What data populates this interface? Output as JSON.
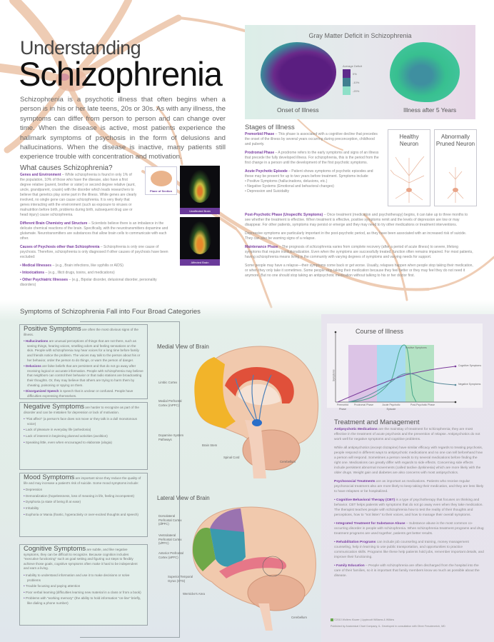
{
  "title": {
    "line1": "Understanding",
    "line2": "Schizophrenia"
  },
  "intro": "Schizophrenia is a psychotic illness that often begins when a person is in his or her late teens, 20s or 30s. As with any illness, the symptoms can differ from person to person and can change over time. When the disease is active, most patients experience the hallmark symptoms of psychosis in the form of delusions and hallucinations. When the disease is inactive, many patients still experience trouble with concentration and motivation.",
  "gray_matter": {
    "title": "Gray Matter Deficit in Schizophrenia",
    "caption_left": "Onset of Illness",
    "caption_right": "Illness after 5 Years",
    "legend_title": "Average Deficit",
    "legend": [
      {
        "label": "0%",
        "color": "#5e2a8c"
      },
      {
        "label": "-10%",
        "color": "#3f7f90"
      },
      {
        "label": "-20%",
        "color": "#8ee0c8"
      }
    ]
  },
  "stages": {
    "heading": "Stages of Illness",
    "items": [
      {
        "term": "Premorbid Phase",
        "text": " – This phase is associated with a cognitive decline that precedes the onset of the illness by several years occurring during preconception, childhood and puberty."
      },
      {
        "term": "Prodromal Phase",
        "text": " – A prodrome refers to the early symptoms and signs of an illness that precede the fully developed illness. For schizophrenia, this is the period from the first change in a person until the development of the first psychotic symptoms."
      },
      {
        "term": "Acute Psychotic Episode",
        "text": " – Patient shows symptoms of psychotic episodes and these may be present for up to two years before treatment. Symptoms include:"
      }
    ],
    "acute_bullets": [
      "Positive Symptoms (hallucinations, delusions, etc.)",
      "Negative Systems (Emotional and behavioral changes)",
      "Depression and Suicidality"
    ],
    "wide_items": [
      {
        "term": "Post-Psychotic Phase (Unspecific Symptoms)",
        "text": " – Once treatment (medication and psychotherapy) begins, it can take up to three months to see whether the treatment is effective. When treatment is effective, positive symptoms remit and the levels of depression are low or may disappear. For other patients, symptoms may persist or emerge and they may need to try other medications or treatment interventions."
      },
      {
        "term": "",
        "text": "Depressive symptoms are particularly important in the post-psychotic period, as they have been associated with an increased risk of suicide. They can also be warning signs of a relapse."
      },
      {
        "term": "Maintenance Phase",
        "text": " – The prognosis of schizophrenia varies from complete recovery (after a period of acute illness) to severe, lifelong symptoms that require institutionalization. Even when the symptoms are successfully treated, function often remains impaired. For most patients, having schizophrenia means living in the community with varying degrees of symptoms and varying needs for support."
      },
      {
        "term": "",
        "text": "Some people may have a relapse—their symptoms come back or get worse. Usually, relapses happen when people stop taking their medication, or when they only take it sometimes. Some people stop taking their medication because they feel better or they may feel they do not need it anymore. But no one should stop taking an antipsychotic medication without talking to his or her doctor first."
      }
    ],
    "neuron_healthy": "Healthy Neuron",
    "neuron_pruned": "Abnormally Pruned Neuron"
  },
  "causes": {
    "heading": "What causes Schizophrenia?",
    "items": [
      {
        "term": "Genes and Environment",
        "text": " – While schizophrenia is found in only 1% of the population, 10% of those who have the disease, also have a first degree relative (parent, brother or sister) or second degree relative (aunt, uncle, grandparent, cousin) with the disorder which leads researchers to believe that genetics play some part in the illness. While genes are clearly involved, no single gene can cause schizophrenia. It is very likely that genes interacting with the environment (such as exposure to viruses or malnutrition before birth, problems during birth, subsequent drug use or head injury) cause schizophrenia."
      },
      {
        "term": "Different Brain Chemistry and Structure",
        "text": " – Scientists believe there is an imbalance in the delicate chemical reactions of the brain. Specifically, with the neurotransmitters dopamine and glutamate. Neurotransmitters are substances that allow brain cells to communicate with each other."
      },
      {
        "term": "Causes of Psychosis other than Schizophrenia",
        "text": " – Schizophrenia is only one cause of psychosis. Therefore, schizophrenia is only diagnosed if other causes of psychosis have been excluded:"
      }
    ],
    "bullets": [
      {
        "term": "Medical Illnesses",
        "text": " – (e.g., Brain infections, like syphilis or AIDS)"
      },
      {
        "term": "Intoxications",
        "text": " – (e.g., Illicit drugs, toxins, and medications)"
      },
      {
        "term": "Other Psychiatric Illnesses",
        "text": " – (e.g., Bipolar disorder, delusional disorder, personality disorders)"
      }
    ],
    "plane_caption": "Plane of Section",
    "scan_unaffected": "Unaffected Brain",
    "scan_affected": "Affected Brain"
  },
  "symptoms": {
    "heading": "Symptoms of Schizophrenia Fall into Four Broad Categories",
    "positive": {
      "title": "Positive Symptoms",
      "lead": " are often the most obvious signs of the illness.",
      "bullets": [
        {
          "term": "Hallucinations",
          "text": " are unusual perceptions of things that are not there, such as seeing things, hearing voices, smelling odors and feeling sensations on the skin. People with schizophrenia may hear voices for a long time before family and friends notice the problem. The voices may talk to the person about his or her behavior, order the person to do things, or warn the person of danger."
        },
        {
          "term": "Delusions",
          "text": " are false beliefs that are persistent and that do not go away after receiving logical or accurate information. People with schizophrenia may believe that neighbors can control their behavior or that radio stations are broadcasting their thoughts. Or, they may believe that others are trying to harm them by cheating, poisoning or spying on them."
        },
        {
          "term": "Disorganized Speech",
          "text": " is speech that is unclear or confused. People have difficulties expressing themselves."
        }
      ]
    },
    "negative": {
      "title": "Negative Symptoms",
      "lead": " are harder to recognize as part of the disorder and can be mistaken for depression or lack of motivation.",
      "bullets": [
        "\"Flat affect\" (a person's face does not move or they talk in a dull monotonous voice)",
        "Lack of pleasure in everyday life (anhedonia)",
        "Lack of interest in beginning planned activities (avolition)",
        "Speaking little, even when encouraged to elaborate (alogia)"
      ]
    },
    "mood": {
      "title": "Mood Symptoms",
      "lead": " are important since they reduce the quality of life and may increase a patient's risk of suicide. Some mood symptoms include:",
      "bullets": [
        "Depression",
        "Demoralization (hopelessness, loss of meaning in life, feeling incompetent)",
        "Dysphoria (a state of being ill at ease)",
        "Irritability",
        "Euphoria or Mania (frantic, hyperactivity or over-excited thoughts and speech)"
      ]
    },
    "cognitive": {
      "title": "Cognitive Symptoms",
      "lead": " are subtle, and like negative symptoms, they can be difficult to recognize. Because cognition includes \"executive functioning\" such as goal setting and figuring out steps to flexibly achieve those goals, cognitive symptoms often make it hard to be independent and earn a living.",
      "bullets": [
        "Inability to understand information and use it to make decisions or solve problems",
        "Trouble focusing and paying attention",
        "Poor verbal learning (difficulties learning new material in a class or from a book)",
        "Problems with \"working memory\" (the ability to hold information \"on-line\" briefly, like dialing a phone number)"
      ]
    }
  },
  "medial_view": {
    "title": "Medial View of Brain",
    "labels": [
      "Limbic Cortex",
      "Medial Prefrontal Cortex (mPFC)",
      "Dopamine System Pathways",
      "Brain Stem",
      "Spinal Cord",
      "Cerebellum"
    ]
  },
  "lateral_view": {
    "title": "Lateral View of Brain",
    "labels": [
      "Dorsolateral Prefrontal Cortex (dlPFC)",
      "Ventrolateral Prefrontal Cortex (vlPFC)",
      "Anterior Prefrontal Cortex (aPFC)",
      "Superior Temporal Gyrus (STG)",
      "Wernicke's Area",
      "Cerebellum"
    ]
  },
  "chart_data": {
    "type": "line",
    "title": "Course of Illness",
    "xlabel": "",
    "ylabel": "Symptoms",
    "categories": [
      "Premorbid Phase",
      "Prodromal Phase",
      "Acute Psychotic Episode",
      "Post-Psychotic Phase"
    ],
    "phase_colors": [
      "#ffffff",
      "#d8b8e0",
      "#9ed4ec",
      "#a8dcb8"
    ],
    "x": [
      0,
      1,
      2,
      3,
      4,
      5,
      6,
      7,
      8,
      9,
      10
    ],
    "series": [
      {
        "name": "Positive Symptoms",
        "color": "#4aa88a",
        "values": [
          0,
          0,
          0,
          0.5,
          2,
          6,
          9.5,
          4,
          0.5,
          0,
          0
        ]
      },
      {
        "name": "Cognitive Symptoms",
        "color": "#7a3a9a",
        "values": [
          0,
          0.8,
          1.6,
          2.4,
          3.1,
          3.7,
          4.2,
          4.6,
          5.0,
          5.3,
          5.6
        ]
      },
      {
        "name": "Negative Symptoms",
        "color": "#5a8a9a",
        "values": [
          0,
          0,
          0.2,
          0.8,
          2.0,
          3.6,
          4.4,
          4.2,
          3.6,
          3.2,
          3.0
        ]
      }
    ],
    "grid": false,
    "legend_position": "inline-right"
  },
  "treatment": {
    "heading": "Treatment and Management",
    "paragraphs": [
      {
        "term": "Antipsychotic Medications",
        "text": " are the mainstay of treatment for schizophrenia; they are most effective in the treatment of acute psychosis and the prevention of relapse. Antipsychotics do not work well for negative symptoms and cognitive problems."
      },
      {
        "term": "",
        "text": "While all antipsychotics (except clozapine) have similar efficacy with regards to treating psychosis, people respond in different ways to antipsychotic medications and no one can tell beforehand how a person will respond. Sometimes a person needs to try several medications before finding the right one. Medications can greatly differ with regards to side effects. Concerning side effects include persistent abnormal movements (called tardive dyskinesia) which are more likely with the older drugs. Weight gain and diabetes are also concerns with most antipsychotics."
      },
      {
        "term": "Psychosocial Treatments",
        "text": " are as important as medications. Patients who receive regular psychosocial treatment also are more likely to keep taking their medication, and they are less likely to have relapses or be hospitalized."
      }
    ],
    "bullets": [
      {
        "term": "Cognitive Behavioral Therapy (CBT)",
        "text": " is a type of psychotherapy that focuses on thinking and behavior. CBT helps patients with symptoms that do not go away even when they take medication. The therapist teaches people with schizophrenia how to test the reality of their thoughts and perceptions, how to \"not listen\" to their voices, and how to manage their overall symptoms."
      },
      {
        "term": "Integrated Treatment for Substance Abuse",
        "text": " – Substance abuse is the most common co-occurring disorder in people with schizophrenia. When schizophrenia treatment programs and drug treatment programs are used together, patients get better results."
      },
      {
        "term": "Rehabilitation Programs",
        "text": " can include job counseling and training, money management counseling, help in learning to use public transportation, and opportunities to practice communication skills. Programs like these help patients hold jobs, remember important details, and improve their functioning."
      },
      {
        "term": "Family Education",
        "text": " – People with schizophrenia are often discharged from the hospital into the care of their families, so it is important that family members know as much as possible about the disease."
      }
    ],
    "credit_line1": "©2010 Wolters Kluwer | Lippincott Williams & Wilkins",
    "credit_line2": "Published by Anatomical Chart Company, IL. Developed in consultation with Oliver Freudenreich, MD"
  }
}
